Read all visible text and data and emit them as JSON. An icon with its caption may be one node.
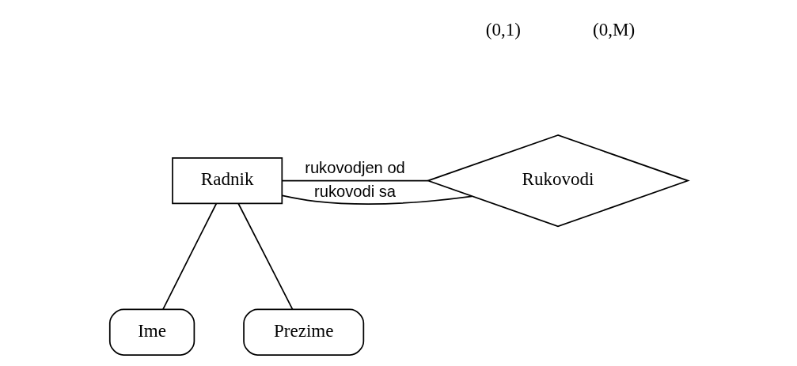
{
  "diagram": {
    "nodes": [
      {
        "text": [
          "Radnik"
        ]
      },
      {
        "text": [
          "Rukovodi"
        ]
      },
      {
        "text": [
          "Ime"
        ]
      },
      {
        "text": [
          "Prezime"
        ]
      }
    ],
    "edges": [
      {
        "from": 0,
        "to": 1,
        "arrow": "none",
        "label": "rukovodjen od"
      },
      {
        "from": 0,
        "to": 1,
        "arrow": "none",
        "label": "rukovodi sa"
      },
      {
        "from": 0,
        "to": 2,
        "arrow": "none"
      },
      {
        "from": 0,
        "to": 3,
        "arrow": "none"
      }
    ],
    "labels": [
      "(0,1)",
      "(0,M)"
    ]
  }
}
